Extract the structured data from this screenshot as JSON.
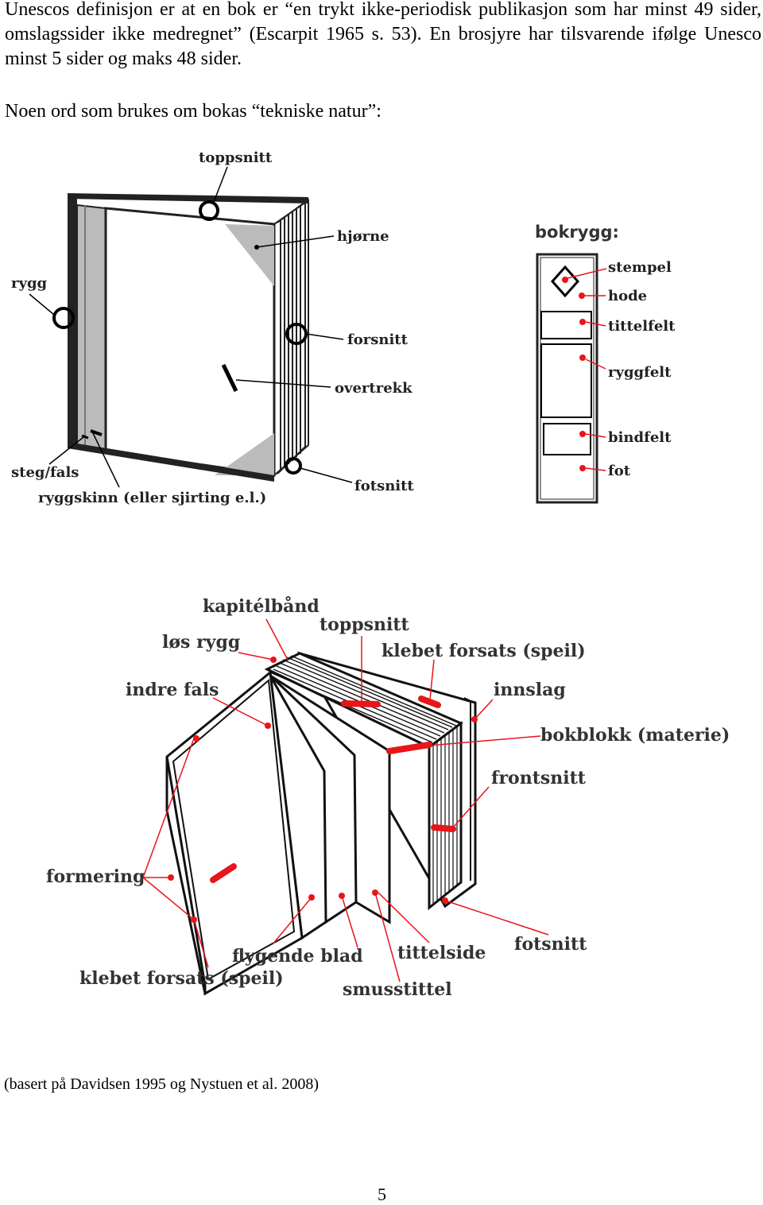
{
  "text": {
    "paragraph1": "Unescos definisjon er at en bok er “en trykt ikke-periodisk publikasjon som har minst 49 sider, omslagssider ikke medregnet” (Escarpit 1965 s. 53). En brosjyre har tilsvarende ifølge Unesco minst 5 sider og maks 48 sider.",
    "paragraph2": "Noen ord som brukes om bokas “tekniske natur”:",
    "source": "(basert på Davidsen 1995 og Nystuen et al. 2008)",
    "page_number": "5"
  },
  "figure1": {
    "labels": {
      "toppsnitt": "toppsnitt",
      "hjorne": "hjørne",
      "rygg": "rygg",
      "forsnitt": "forsnitt",
      "overtrekk": "overtrekk",
      "steg_fals": "steg/fals",
      "ryggskinn": "ryggskinn (eller sjirting e.l.)",
      "fotsnitt": "fotsnitt"
    }
  },
  "figure2": {
    "title": "bokrygg:",
    "labels": {
      "stempel": "stempel",
      "hode": "hode",
      "tittelfelt": "tittelfelt",
      "ryggfelt": "ryggfelt",
      "bindfelt": "bindfelt",
      "fot": "fot"
    }
  },
  "figure3": {
    "labels": {
      "kapitelband": "kapitélbånd",
      "toppsnitt": "toppsnitt",
      "los_rygg": "løs rygg",
      "klebet_forsats_top": "klebet forsats (speil)",
      "indre_fals": "indre fals",
      "innslag": "innslag",
      "bokblokk": "bokblokk (materie)",
      "frontsnitt": "frontsnitt",
      "formering": "formering",
      "flygende_blad": "flygende blad",
      "tittelside": "tittelside",
      "fotsnitt": "fotsnitt",
      "klebet_forsats_bottom": "klebet forsats (speil)",
      "smusstittel": "smusstittel"
    }
  },
  "colors": {
    "marker": "#e8151b",
    "line": "#000000"
  }
}
